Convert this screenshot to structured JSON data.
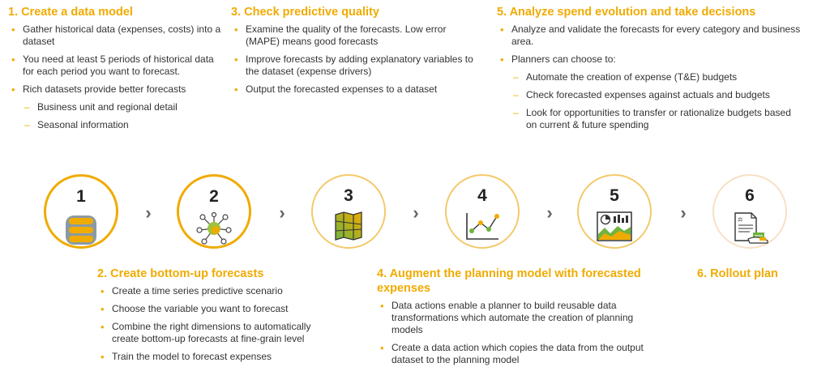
{
  "step1": {
    "title": "1. Create a data model",
    "bullets": [
      "Gather historical data (expenses, costs) into a dataset",
      "You need at least 5 periods of historical data for each period you want to forecast.",
      "Rich datasets provide better forecasts"
    ],
    "subs": [
      "Business unit and regional detail",
      "Seasonal information"
    ]
  },
  "step3": {
    "title": "3. Check predictive quality",
    "bullets": [
      "Examine the quality of the forecasts.  Low error (MAPE) means good forecasts",
      "Improve forecasts by adding explanatory variables to the dataset (expense drivers)",
      "Output the forecasted expenses to a dataset"
    ]
  },
  "step5": {
    "title": "5. Analyze spend evolution and take decisions",
    "bullets": [
      "Analyze and validate the forecasts for every category and business area.",
      "Planners can choose to:"
    ],
    "subs": [
      "Automate the creation of expense (T&E) budgets",
      "Check forecasted expenses against actuals and budgets",
      "Look for opportunities to transfer or rationalize budgets based on current & future spending"
    ]
  },
  "step2": {
    "title": "2. Create bottom-up forecasts",
    "bullets": [
      "Create a time series predictive scenario",
      "Choose the variable you want to forecast",
      "Combine the right dimensions to automatically create bottom-up forecasts at fine-grain level",
      "Train the model to forecast expenses"
    ]
  },
  "step4": {
    "title": "4. Augment the planning model with forecasted expenses",
    "bullets": [
      "Data actions enable a planner to build reusable data transformations which automate the creation of planning models",
      "Create a data action which copies the data from the output dataset to the planning model"
    ]
  },
  "step6": {
    "title": "6. Rollout plan"
  },
  "circles": [
    "1",
    "2",
    "3",
    "4",
    "5",
    "6"
  ],
  "arrow_glyph": "›",
  "icons": [
    "database-icon",
    "network-icon",
    "map-icon",
    "line-chart-icon",
    "dashboard-icon",
    "document-payment-icon"
  ],
  "colors": {
    "accent": "#f0ab00",
    "green": "#6fb43f",
    "text": "#333333"
  }
}
